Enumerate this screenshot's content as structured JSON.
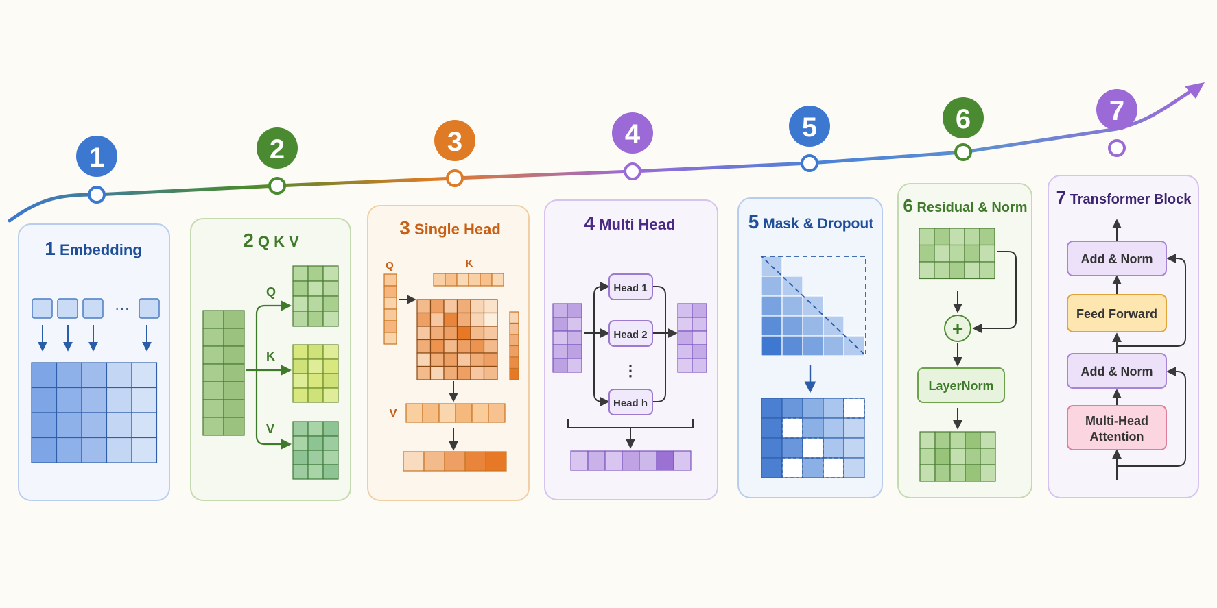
{
  "colors": {
    "blue": "#2f6fc6",
    "green": "#4a8a30",
    "orange": "#e07b25",
    "purple": "#8a5ccd",
    "blue_cell": "#8fb2e8",
    "green_cell": "#a6cc8c",
    "orange_cell": "#f4a96a",
    "purple_cell": "#c6afe6",
    "background": "#fcfbf6"
  },
  "timeline": {
    "markers": [
      "1",
      "2",
      "3",
      "4",
      "5",
      "6",
      "7"
    ]
  },
  "panels": [
    {
      "number": "1",
      "title": "Embedding",
      "dots": "···"
    },
    {
      "number": "2",
      "title": "Q K V",
      "labels": {
        "q": "Q",
        "k": "K",
        "v": "V"
      }
    },
    {
      "number": "3",
      "title": "Single Head",
      "labels": {
        "q": "Q",
        "k": "K",
        "v": "V"
      }
    },
    {
      "number": "4",
      "title": "Multi Head",
      "heads": [
        "Head 1",
        "Head 2",
        "Head h"
      ],
      "dots": "⋮"
    },
    {
      "number": "5",
      "title": "Mask & Dropout"
    },
    {
      "number": "6",
      "title": "Residual & Norm",
      "plus": "+",
      "norm_label": "LayerNorm"
    },
    {
      "number": "7",
      "title": "Transformer Block",
      "blocks": [
        "Add & Norm",
        "Feed Forward",
        "Add & Norm",
        "Multi-Head",
        "Attention"
      ]
    }
  ]
}
